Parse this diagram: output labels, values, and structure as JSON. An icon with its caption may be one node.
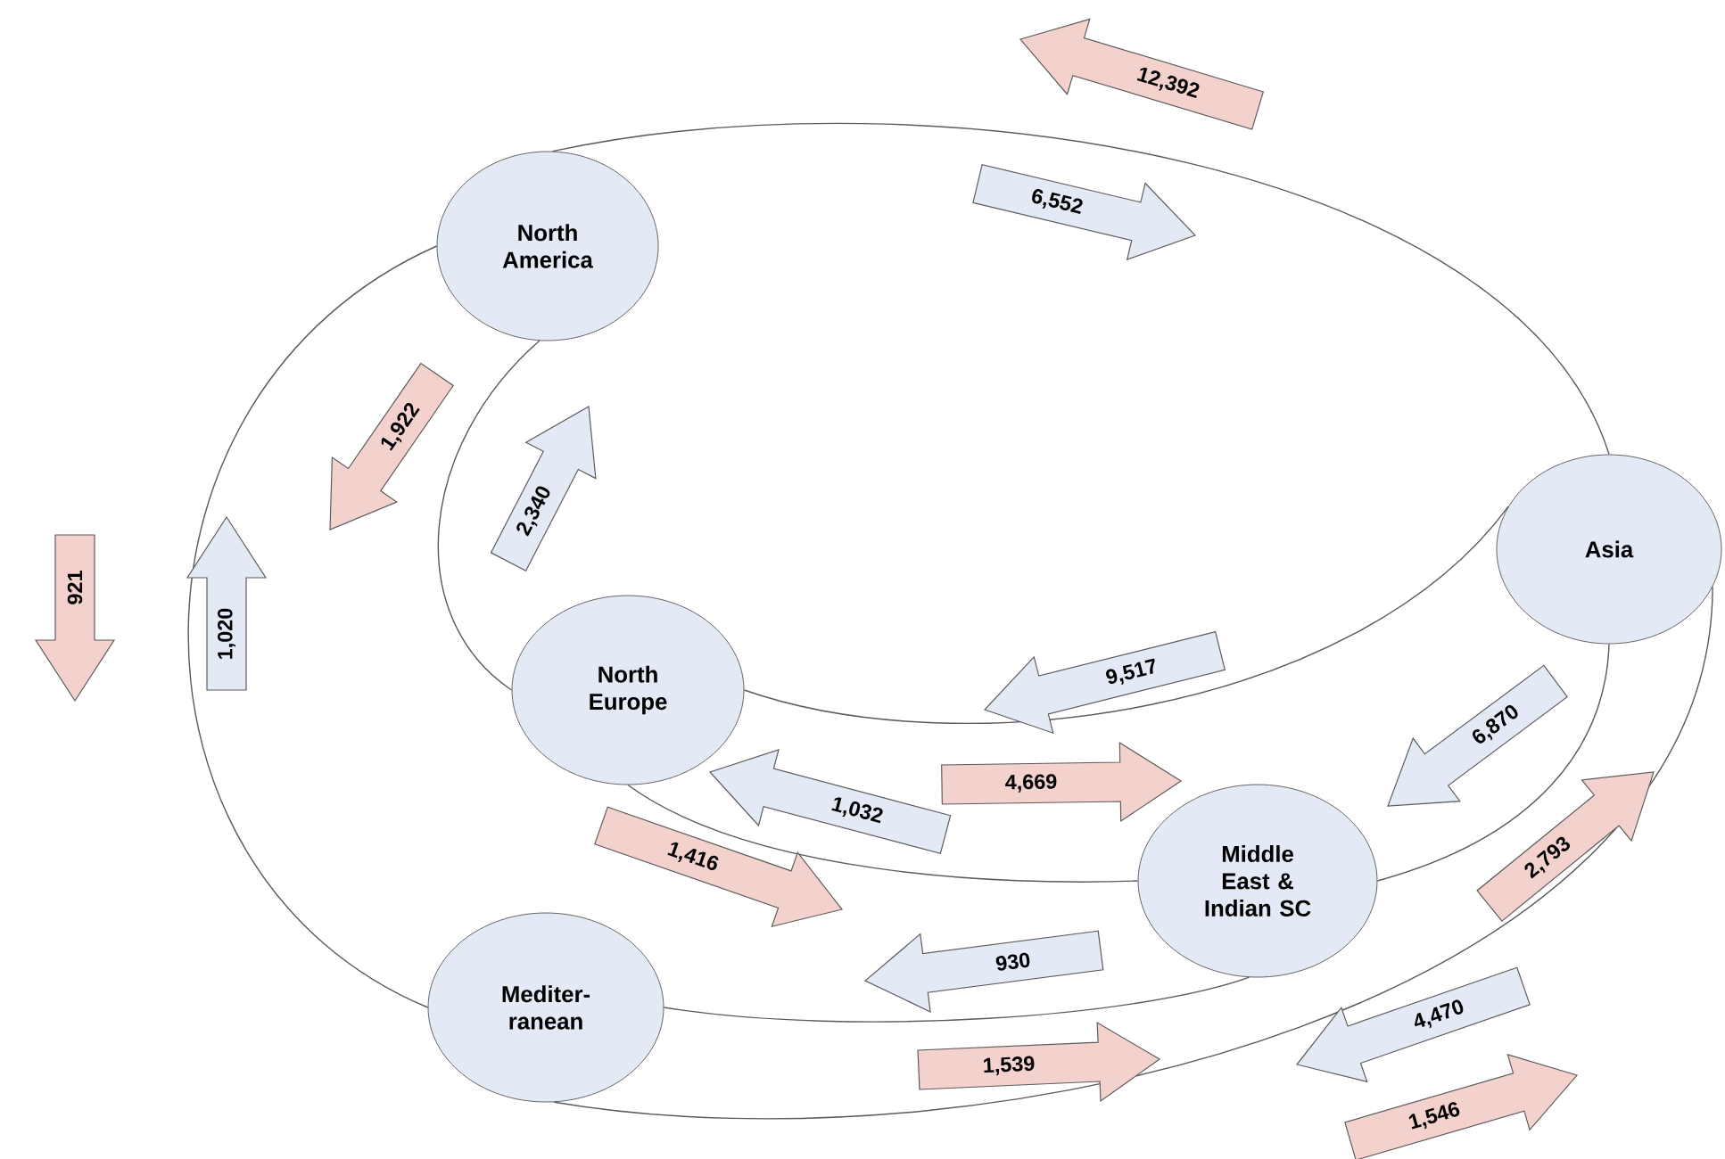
{
  "diagram": {
    "nodes": [
      {
        "text": [
          "North America"
        ]
      },
      {
        "text": [
          "Asia"
        ]
      },
      {
        "text": [
          "North Europe"
        ]
      },
      {
        "text": [
          "Middle East & Indian SC"
        ]
      },
      {
        "text": [
          "Mediter- ranean"
        ]
      }
    ],
    "edges": [
      {
        "from": 0,
        "to": 1,
        "arrow": "none"
      },
      {
        "from": 0,
        "to": 4,
        "arrow": "none"
      },
      {
        "from": 0,
        "to": 2,
        "arrow": "none"
      },
      {
        "from": 2,
        "to": 1,
        "arrow": "none"
      },
      {
        "from": 2,
        "to": 3,
        "arrow": "none"
      },
      {
        "from": 3,
        "to": 1,
        "arrow": "none"
      },
      {
        "from": 4,
        "to": 3,
        "arrow": "none"
      },
      {
        "from": 4,
        "to": 1,
        "arrow": "none"
      }
    ],
    "labels": [
      "12,392",
      "6,552",
      "1,922",
      "2,340",
      "921",
      "1,020",
      "9,517",
      "6,870",
      "4,669",
      "1,032",
      "2,793",
      "1,416",
      "930",
      "4,470",
      "1,539",
      "1,546"
    ]
  }
}
